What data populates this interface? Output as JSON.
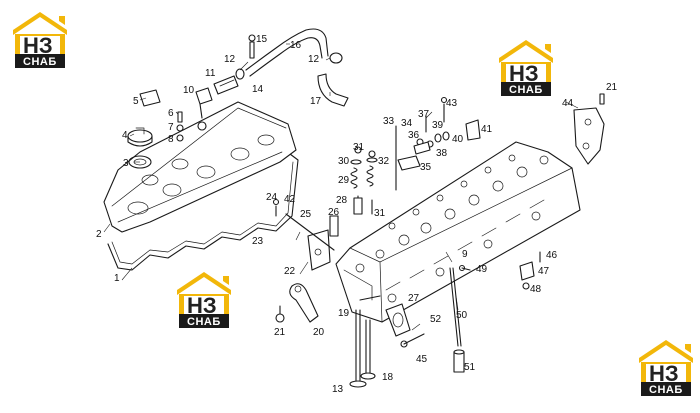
{
  "callouts": [
    {
      "id": "1",
      "label": "1"
    },
    {
      "id": "2",
      "label": "2"
    },
    {
      "id": "3",
      "label": "3"
    },
    {
      "id": "4",
      "label": "4"
    },
    {
      "id": "5",
      "label": "5"
    },
    {
      "id": "6",
      "label": "6"
    },
    {
      "id": "7",
      "label": "7"
    },
    {
      "id": "8",
      "label": "8"
    },
    {
      "id": "9",
      "label": "9"
    },
    {
      "id": "10",
      "label": "10"
    },
    {
      "id": "11",
      "label": "11"
    },
    {
      "id": "12a",
      "label": "12"
    },
    {
      "id": "12b",
      "label": "12"
    },
    {
      "id": "13",
      "label": "13"
    },
    {
      "id": "14",
      "label": "14"
    },
    {
      "id": "15",
      "label": "15"
    },
    {
      "id": "16",
      "label": "16"
    },
    {
      "id": "17",
      "label": "17"
    },
    {
      "id": "18",
      "label": "18"
    },
    {
      "id": "19",
      "label": "19"
    },
    {
      "id": "20",
      "label": "20"
    },
    {
      "id": "21a",
      "label": "21"
    },
    {
      "id": "21b",
      "label": "21"
    },
    {
      "id": "22",
      "label": "22"
    },
    {
      "id": "23",
      "label": "23"
    },
    {
      "id": "24",
      "label": "24"
    },
    {
      "id": "25",
      "label": "25"
    },
    {
      "id": "26",
      "label": "26"
    },
    {
      "id": "27",
      "label": "27"
    },
    {
      "id": "28",
      "label": "28"
    },
    {
      "id": "29",
      "label": "29"
    },
    {
      "id": "30",
      "label": "30"
    },
    {
      "id": "31a",
      "label": "31"
    },
    {
      "id": "31b",
      "label": "31"
    },
    {
      "id": "32",
      "label": "32"
    },
    {
      "id": "33",
      "label": "33"
    },
    {
      "id": "34",
      "label": "34"
    },
    {
      "id": "35",
      "label": "35"
    },
    {
      "id": "36",
      "label": "36"
    },
    {
      "id": "37",
      "label": "37"
    },
    {
      "id": "38",
      "label": "38"
    },
    {
      "id": "39",
      "label": "39"
    },
    {
      "id": "40",
      "label": "40"
    },
    {
      "id": "41",
      "label": "41"
    },
    {
      "id": "42",
      "label": "42"
    },
    {
      "id": "43",
      "label": "43"
    },
    {
      "id": "44",
      "label": "44"
    },
    {
      "id": "45",
      "label": "45"
    },
    {
      "id": "46",
      "label": "46"
    },
    {
      "id": "47",
      "label": "47"
    },
    {
      "id": "48",
      "label": "48"
    },
    {
      "id": "49",
      "label": "49"
    },
    {
      "id": "50",
      "label": "50"
    },
    {
      "id": "51",
      "label": "51"
    },
    {
      "id": "52",
      "label": "52"
    }
  ],
  "logo": {
    "mark": "НЗ",
    "brand": "СНАБ",
    "colors": {
      "roof": "#f2b70a",
      "text": "#222222",
      "band": "#1a1a1a"
    }
  }
}
